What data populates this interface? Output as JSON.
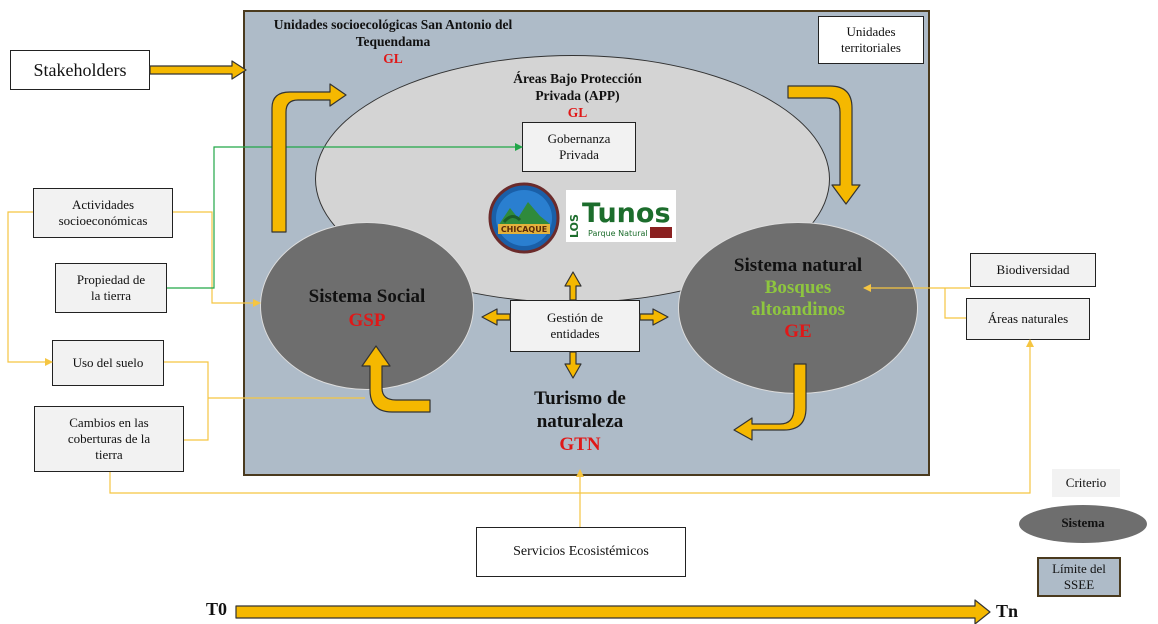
{
  "panel": {
    "title_line1": "Unidades socioecológicas San Antonio del",
    "title_line2": "Tequendama",
    "title_code": "GL",
    "units_label_line1": "Unidades",
    "units_label_line2": "territoriales"
  },
  "app": {
    "title_line1": "Áreas Bajo Protección",
    "title_line2": "Privada (APP)",
    "code": "GL",
    "gobernanza_line1": "Gobernanza",
    "gobernanza_line2": "Privada"
  },
  "logos": {
    "chicaque_text": "CHICAQUE",
    "los": "LOS",
    "tunos": "Tunos",
    "parque": "Parque Natural"
  },
  "social": {
    "title": "Sistema Social",
    "code": "GSP"
  },
  "natural": {
    "title": "Sistema natural",
    "sub1": "Bosques",
    "sub2": "altoandinos",
    "code": "GE"
  },
  "gestion": {
    "line1": "Gestión de",
    "line2": "entidades"
  },
  "turismo": {
    "line1": "Turismo de",
    "line2": "naturaleza",
    "code": "GTN"
  },
  "left_boxes": {
    "stakeholders": "Stakeholders",
    "actividades_line1": "Actividades",
    "actividades_line2": "socioeconómicas",
    "propiedad_line1": "Propiedad de",
    "propiedad_line2": "la tierra",
    "uso": "Uso del suelo",
    "cambios_line1": "Cambios en las",
    "cambios_line2": "coberturas de la",
    "cambios_line3": "tierra"
  },
  "right_boxes": {
    "biodiversidad": "Biodiversidad",
    "areas": "Áreas naturales"
  },
  "servicios": "Servicios Ecosistémicos",
  "legend": {
    "criterio": "Criterio",
    "sistema": "Sistema",
    "limite_line1": "Límite del",
    "limite_line2": "SSEE"
  },
  "timeline": {
    "start": "T0",
    "end": "Tn"
  },
  "colors": {
    "arrow_fill": "#f5b800",
    "arrow_stroke": "#333333",
    "connector_yellow": "#f5c542",
    "connector_green": "#21a648",
    "panel_bg": "#aebbc8",
    "code_red": "#e01818",
    "natural_green": "#8ec63f"
  }
}
